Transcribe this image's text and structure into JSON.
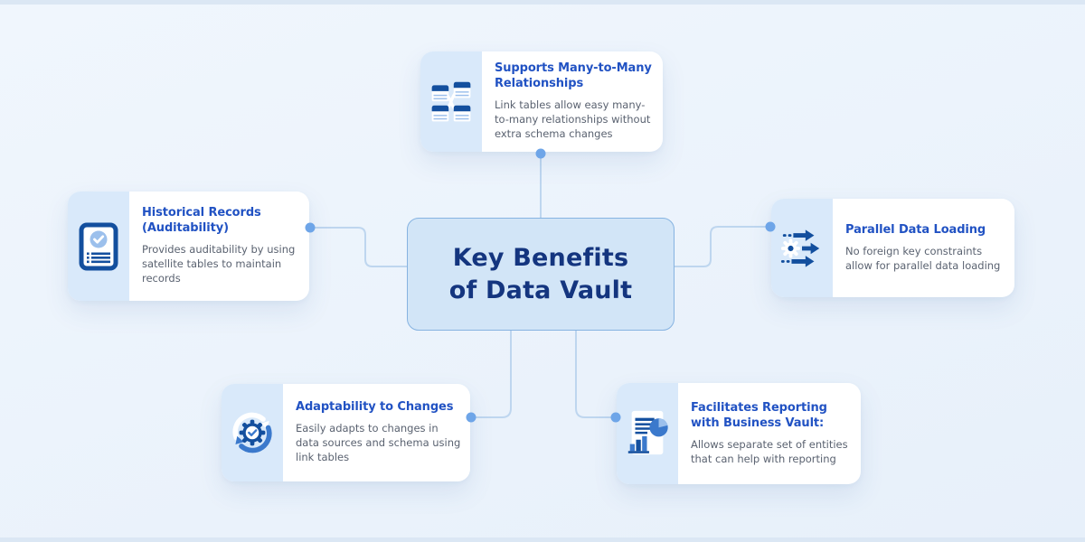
{
  "center": {
    "title": "Key Benefits\nof Data Vault"
  },
  "cards": [
    {
      "id": "supports-many-to-many",
      "icon": "linked-tables-icon",
      "title": "Supports Many-to-Many Relationships",
      "description": "Link tables allow easy many-to-many relationships without extra schema changes"
    },
    {
      "id": "historical-records",
      "icon": "document-check-icon",
      "title": "Historical Records (Auditability)",
      "description": "Provides auditability by using satellite tables to maintain records"
    },
    {
      "id": "parallel-data-loading",
      "icon": "parallel-arrows-icon",
      "title": "Parallel Data Loading",
      "description": "No foreign key constraints allow for parallel data loading"
    },
    {
      "id": "adaptability-to-changes",
      "icon": "gear-refresh-icon",
      "title": "Adaptability to Changes",
      "description": "Easily adapts to changes in data sources and schema using link tables"
    },
    {
      "id": "facilitates-reporting",
      "icon": "report-chart-icon",
      "title": "Facilitates Reporting with Business Vault:",
      "description": "Allows separate set of entities that can help with reporting"
    }
  ],
  "colors": {
    "background": "#f0f6fd",
    "background2": "#e7f0fa",
    "edge_bar": "#dbe7f4",
    "card_bg": "#ffffff",
    "icon_strip": "#d9e9fa",
    "title": "#2152c3",
    "desc": "#5a6270",
    "node_fill": "#d2e5f7",
    "node_border": "#86b3e1",
    "node_text": "#14357f",
    "connector": "#bed6ef",
    "dot": "#6ea5e8",
    "icon_dark": "#134f9e",
    "icon_mid": "#3b79cc",
    "icon_light": "#9cc0ec"
  }
}
